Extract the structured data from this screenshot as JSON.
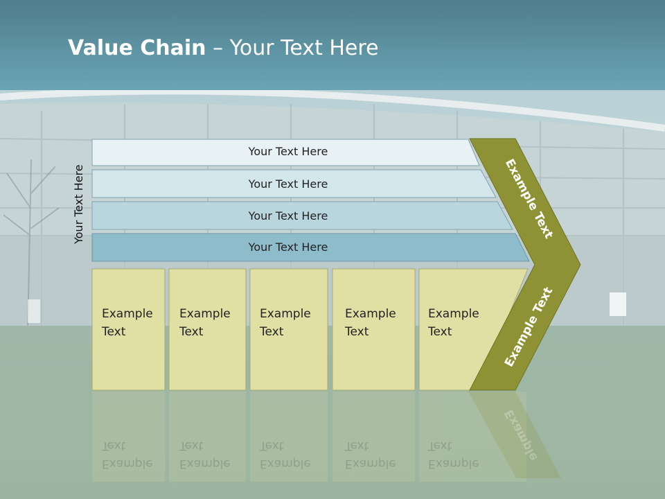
{
  "title": {
    "bold": "Value Chain",
    "rest": " – Your Text Here"
  },
  "vertical_label": "Your Text Here",
  "bars": [
    "Your Text Here",
    "Your Text Here",
    "Your Text Here",
    "Your Text Here"
  ],
  "boxes": [
    "Example\nText",
    "Example\nText",
    "Example\nText",
    "Example\nText",
    "Example\nText"
  ],
  "chevron_top": "Example Text",
  "chevron_bottom": "Example Text",
  "chevron_reflection": "Example",
  "colors": {
    "bar1": "#e8f1f4",
    "bar2": "#d3e6ec",
    "bar3": "#b9d6df",
    "bar4": "#8fbccb",
    "box": "#e0e0a4",
    "chevron": "#8e9234",
    "title_band": "#5f95a4"
  }
}
